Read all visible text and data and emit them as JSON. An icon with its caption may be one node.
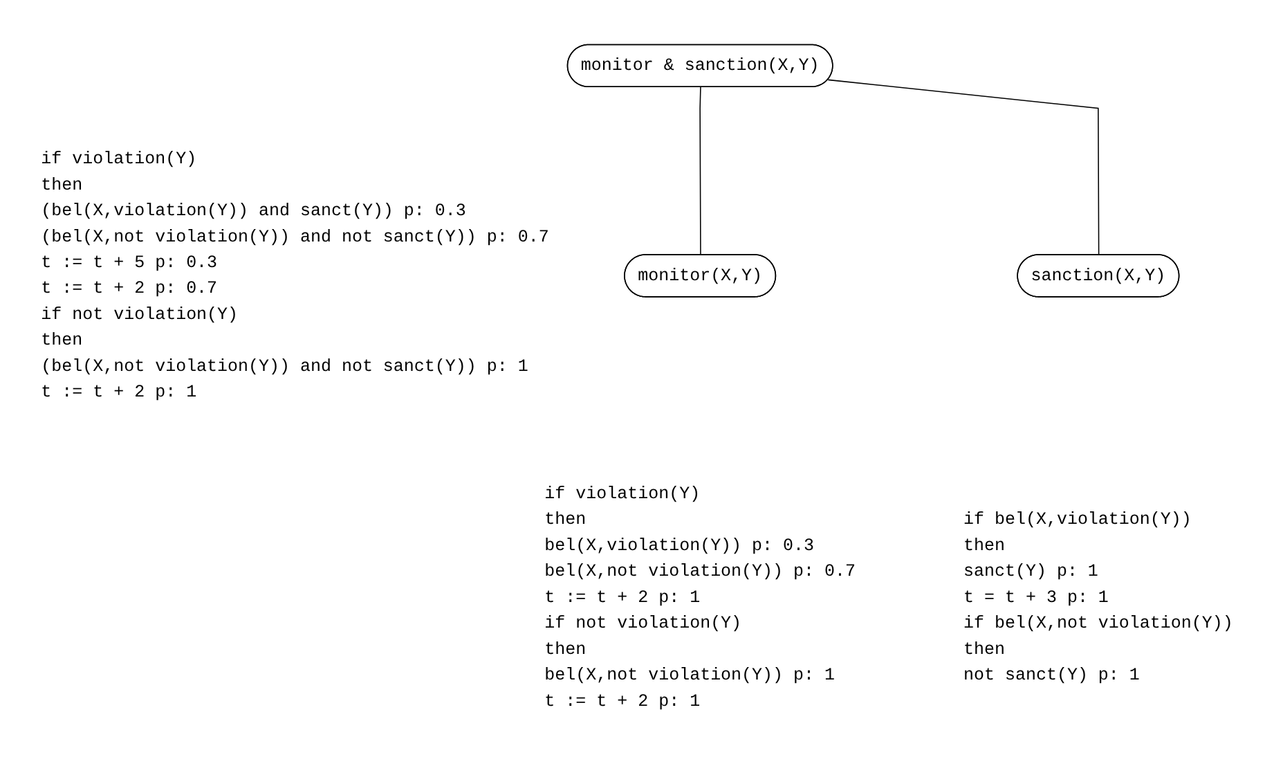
{
  "diagram": {
    "nodes": [
      {
        "text": [
          "monitor & sanction(X,Y)"
        ],
        "beside": [
          "if violation(Y)",
          "then",
          "(bel(X,violation(Y)) and sanct(Y)) p: 0.3",
          "(bel(X,not violation(Y)) and not sanct(Y)) p: 0.7",
          "t := t + 5 p: 0.3",
          "t := t + 2 p: 0.7",
          "if not violation(Y)",
          "then",
          "(bel(X,not violation(Y)) and not sanct(Y)) p: 1",
          "t := t + 2 p: 1"
        ]
      },
      {
        "text": [
          "monitor(X,Y)"
        ],
        "beside": [
          "if violation(Y)",
          "then",
          "bel(X,violation(Y)) p: 0.3",
          "bel(X,not violation(Y)) p: 0.7",
          "t := t + 2 p: 1",
          "if not violation(Y)",
          "then",
          "bel(X,not violation(Y)) p: 1",
          "t := t + 2 p: 1"
        ]
      },
      {
        "text": [
          "sanction(X,Y)"
        ],
        "beside": [
          "if bel(X,violation(Y))",
          "then",
          "sanct(Y) p: 1",
          "t = t + 3 p: 1",
          "if bel(X,not violation(Y))",
          "then",
          "not sanct(Y) p: 1"
        ]
      }
    ],
    "edges": [
      {
        "from": 0,
        "to": 1,
        "arrow": "none"
      },
      {
        "from": 0,
        "to": 2,
        "arrow": "none"
      }
    ]
  }
}
